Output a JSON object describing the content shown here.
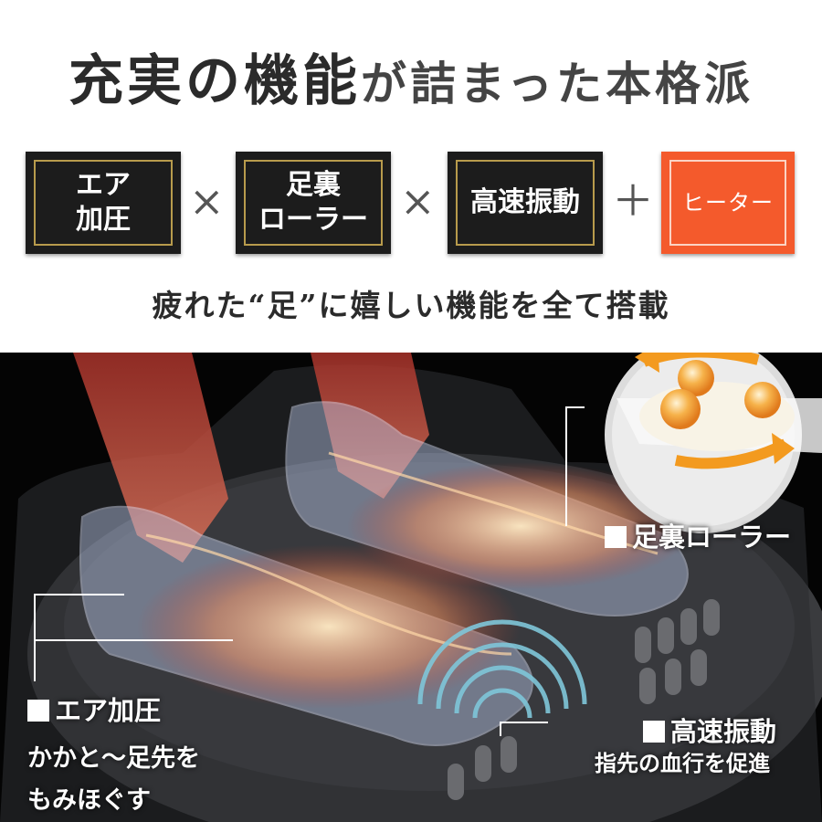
{
  "headline": {
    "main": "充実の機能",
    "rest": "が詰まった本格派"
  },
  "features": [
    {
      "label": "エア\n加圧"
    },
    {
      "label": "足裏\nローラー"
    },
    {
      "label": "高速振動"
    },
    {
      "label": "ヒーター"
    }
  ],
  "operators": [
    "×",
    "×",
    "＋"
  ],
  "subtitle": "疲れた“足”に嬉しい機能を全て搭載",
  "callouts": {
    "roller": {
      "title": "足裏ローラー"
    },
    "air": {
      "title": "エア加圧",
      "desc": "かかと～足先を\nもみほぐす"
    },
    "vibration": {
      "title": "高速振動",
      "desc": "指先の血行を促進"
    }
  },
  "colors": {
    "box_dark": "#1c1c1c",
    "box_border_gold": "#b89b4c",
    "heater": "#f45a2c",
    "arrow": "#f39a1f"
  }
}
